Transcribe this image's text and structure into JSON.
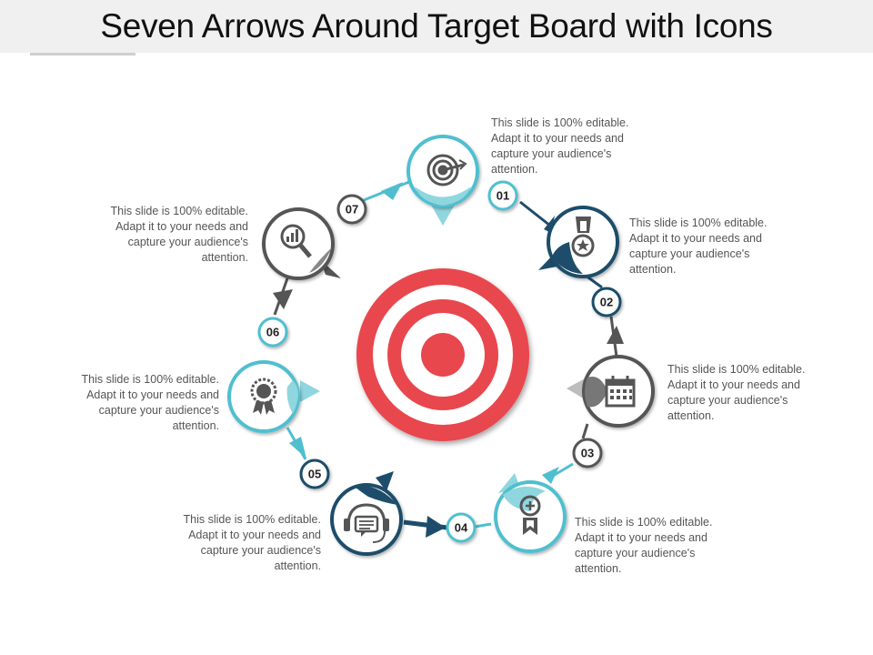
{
  "title": "Seven Arrows Around Target Board with Icons",
  "colors": {
    "teal": "#4fbfcf",
    "teal_light": "#8fd6df",
    "navy": "#1d4d6b",
    "gray_dark": "#555555",
    "red": "#e8474d"
  },
  "steps": [
    {
      "number": "01",
      "icon": "target-icon",
      "text": "This slide is 100% editable. Adapt it to your needs and capture your audience's attention."
    },
    {
      "number": "02",
      "icon": "medal-icon",
      "text": "This slide is 100% editable. Adapt it to your needs and capture your audience's attention."
    },
    {
      "number": "03",
      "icon": "calendar-icon",
      "text": "This slide is 100% editable. Adapt it to your needs and capture your audience's attention."
    },
    {
      "number": "04",
      "icon": "award-ribbon-icon",
      "text": "This slide is 100% editable. Adapt it to your needs and capture your audience's attention."
    },
    {
      "number": "05",
      "icon": "headset-chat-icon",
      "text": "This slide is 100% editable. Adapt it to your needs and capture your audience's attention."
    },
    {
      "number": "06",
      "icon": "badge-icon",
      "text": "This slide is 100% editable. Adapt it to your needs and capture your audience's attention."
    },
    {
      "number": "07",
      "icon": "magnifier-chart-icon",
      "text": "This slide is 100% editable. Adapt it to your needs and capture your audience's attention."
    }
  ]
}
